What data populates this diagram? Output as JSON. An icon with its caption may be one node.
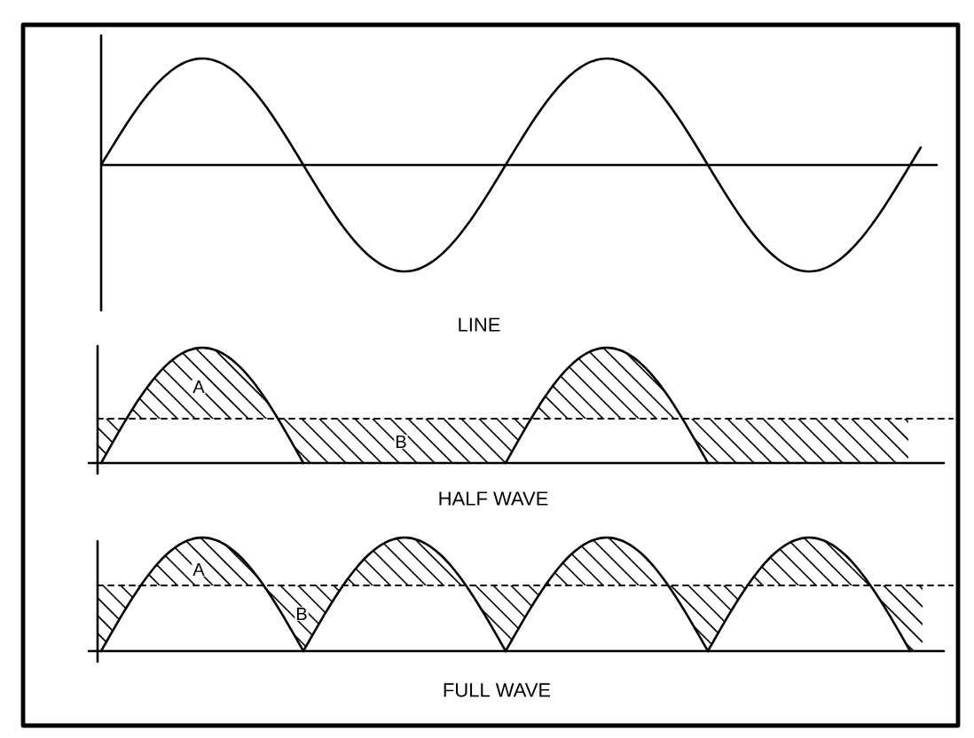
{
  "diagram": {
    "labels": [
      "LINE",
      "A",
      "B",
      "HALF WAVE",
      "A",
      "B",
      "FULL WAVE"
    ]
  }
}
